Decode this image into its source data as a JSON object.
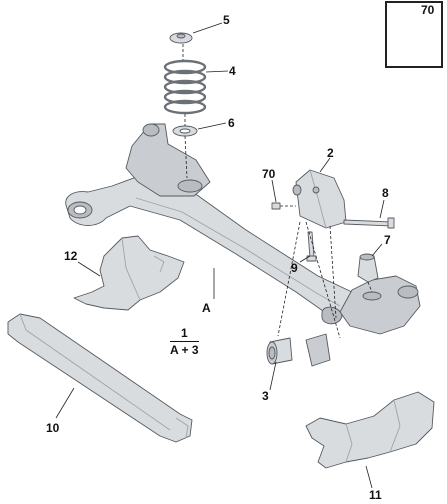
{
  "colors": {
    "part_fill": "#d9dcdf",
    "part_shade": "#b9bdc2",
    "part_dark": "#9ea3a9",
    "outline": "#555a60",
    "leader": "#222222"
  },
  "callouts": {
    "c1": "1",
    "c1_formula": "A + 3",
    "c2": "2",
    "c3": "3",
    "c4": "4",
    "c5": "5",
    "c6": "6",
    "c7": "7",
    "c8": "8",
    "c9": "9",
    "c10": "10",
    "c11": "11",
    "c12": "12",
    "c70": "70",
    "c70_inset": "70",
    "cA": "A"
  }
}
